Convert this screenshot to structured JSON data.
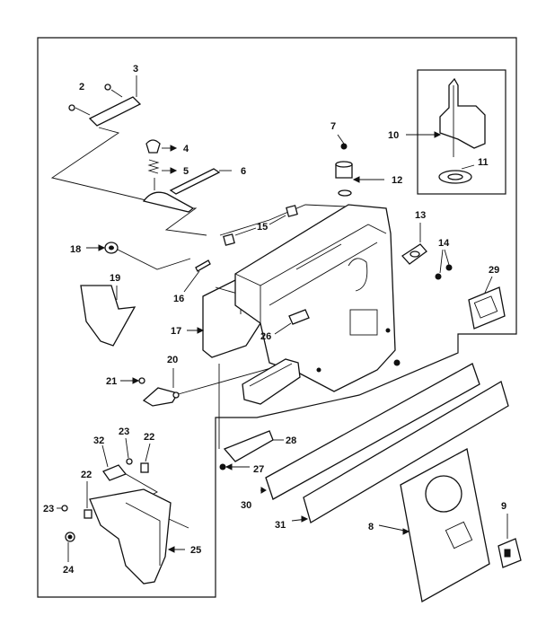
{
  "diagram": {
    "callouts": [
      {
        "id": "c1",
        "text": "2"
      },
      {
        "id": "c2",
        "text": "3"
      },
      {
        "id": "c3",
        "text": "4"
      },
      {
        "id": "c4",
        "text": "5"
      },
      {
        "id": "c5",
        "text": "6"
      },
      {
        "id": "c6",
        "text": "7"
      },
      {
        "id": "c7",
        "text": "10"
      },
      {
        "id": "c8",
        "text": "11"
      },
      {
        "id": "c9",
        "text": "12"
      },
      {
        "id": "c10",
        "text": "13"
      },
      {
        "id": "c11",
        "text": "14"
      },
      {
        "id": "c12",
        "text": "15"
      },
      {
        "id": "c13",
        "text": "16"
      },
      {
        "id": "c14",
        "text": "17"
      },
      {
        "id": "c15",
        "text": "18"
      },
      {
        "id": "c16",
        "text": "19"
      },
      {
        "id": "c17",
        "text": "20"
      },
      {
        "id": "c18",
        "text": "21"
      },
      {
        "id": "c19",
        "text": "22"
      },
      {
        "id": "c20",
        "text": "22"
      },
      {
        "id": "c21",
        "text": "23"
      },
      {
        "id": "c22",
        "text": "23"
      },
      {
        "id": "c23",
        "text": "24"
      },
      {
        "id": "c24",
        "text": "25"
      },
      {
        "id": "c25",
        "text": "26"
      },
      {
        "id": "c26",
        "text": "27"
      },
      {
        "id": "c27",
        "text": "28"
      },
      {
        "id": "c28",
        "text": "29"
      },
      {
        "id": "c29",
        "text": "30"
      },
      {
        "id": "c30",
        "text": "31"
      },
      {
        "id": "c31",
        "text": "32"
      },
      {
        "id": "c32",
        "text": "8"
      },
      {
        "id": "c33",
        "text": "9"
      }
    ]
  }
}
